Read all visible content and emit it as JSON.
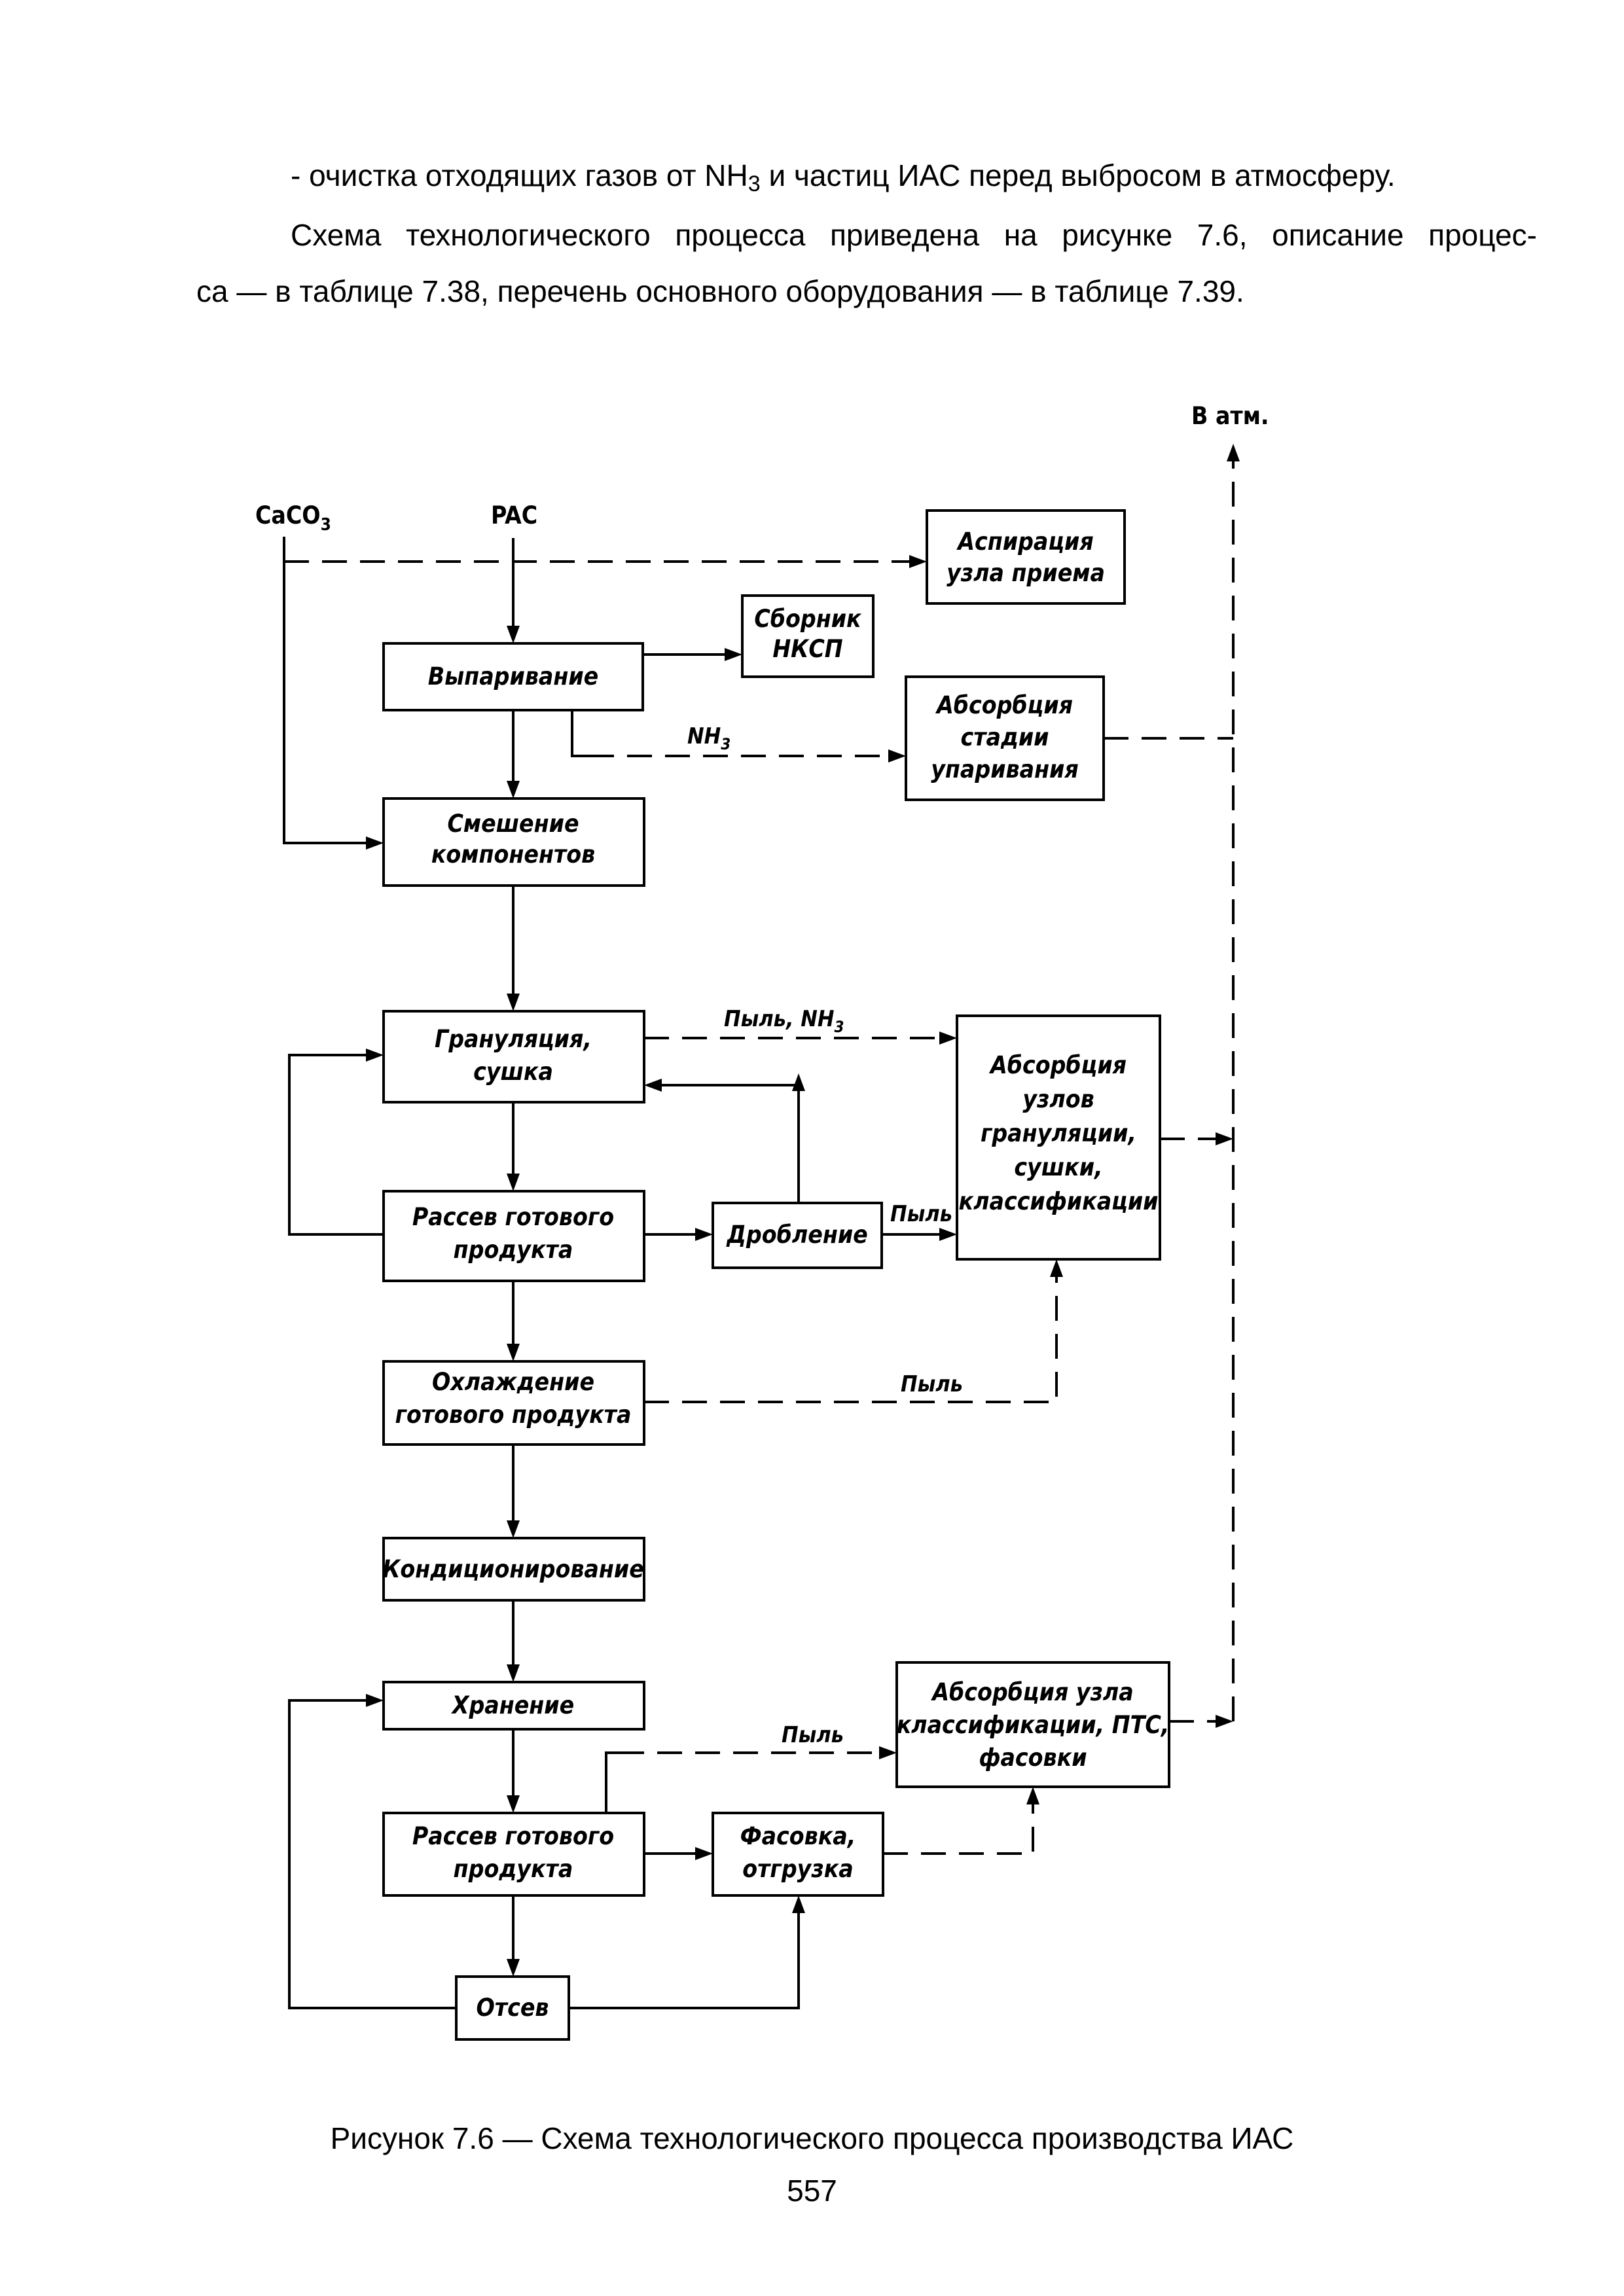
{
  "text": {
    "para1_a": "- очистка отходящих газов от NH",
    "para1_sub": "3",
    "para1_b": " и частиц ИАС перед выбросом в атмосферу.",
    "para2": "Схема технологического процесса приведена на рисунке 7.6, описание процес-",
    "para3": "са — в таблице 7.38, перечень основного оборудования — в таблице 7.39."
  },
  "diagram": {
    "inputs": {
      "caco3_main": "CaCO",
      "caco3_sub": "3",
      "pac": "PAC",
      "atm": "В атм."
    },
    "boxes": {
      "aspiration": [
        "Аспирация",
        "узла приема"
      ],
      "collector": [
        "Сборник",
        "НКСП"
      ],
      "evaporation": "Выпаривание",
      "absorption_evap": [
        "Абсорбция",
        "стадии",
        "упаривания"
      ],
      "mixing": [
        "Смешение",
        "компонентов"
      ],
      "granulation": [
        "Грануляция,",
        "сушка"
      ],
      "absorption_gran": [
        "Абсорбция",
        "узлов",
        "грануляции,",
        "сушки,",
        "классификации"
      ],
      "screening1": [
        "Рассев готового",
        "продукта"
      ],
      "crushing": "Дробление",
      "cooling": [
        "Охлаждение",
        "готового продукта"
      ],
      "conditioning": "Кондиционирование",
      "storage": "Хранение",
      "absorption_pack": [
        "Абсорбция узла",
        "классификации, ПТС,",
        "фасовки"
      ],
      "screening2": [
        "Рассев готового",
        "продукта"
      ],
      "packing": [
        "Фасовка,",
        "отгрузка"
      ],
      "screenings": "Отсев"
    },
    "labels": {
      "nh3_main": "NH",
      "nh3_sub": "3",
      "dust_nh3_main": "Пыль, NH",
      "dust_nh3_sub": "3",
      "dust1": "Пыль",
      "dust2": "Пыль",
      "dust3": "Пыль"
    }
  },
  "caption": "Рисунок 7.6 — Схема технологического процесса производства ИАС",
  "page_number": "557"
}
